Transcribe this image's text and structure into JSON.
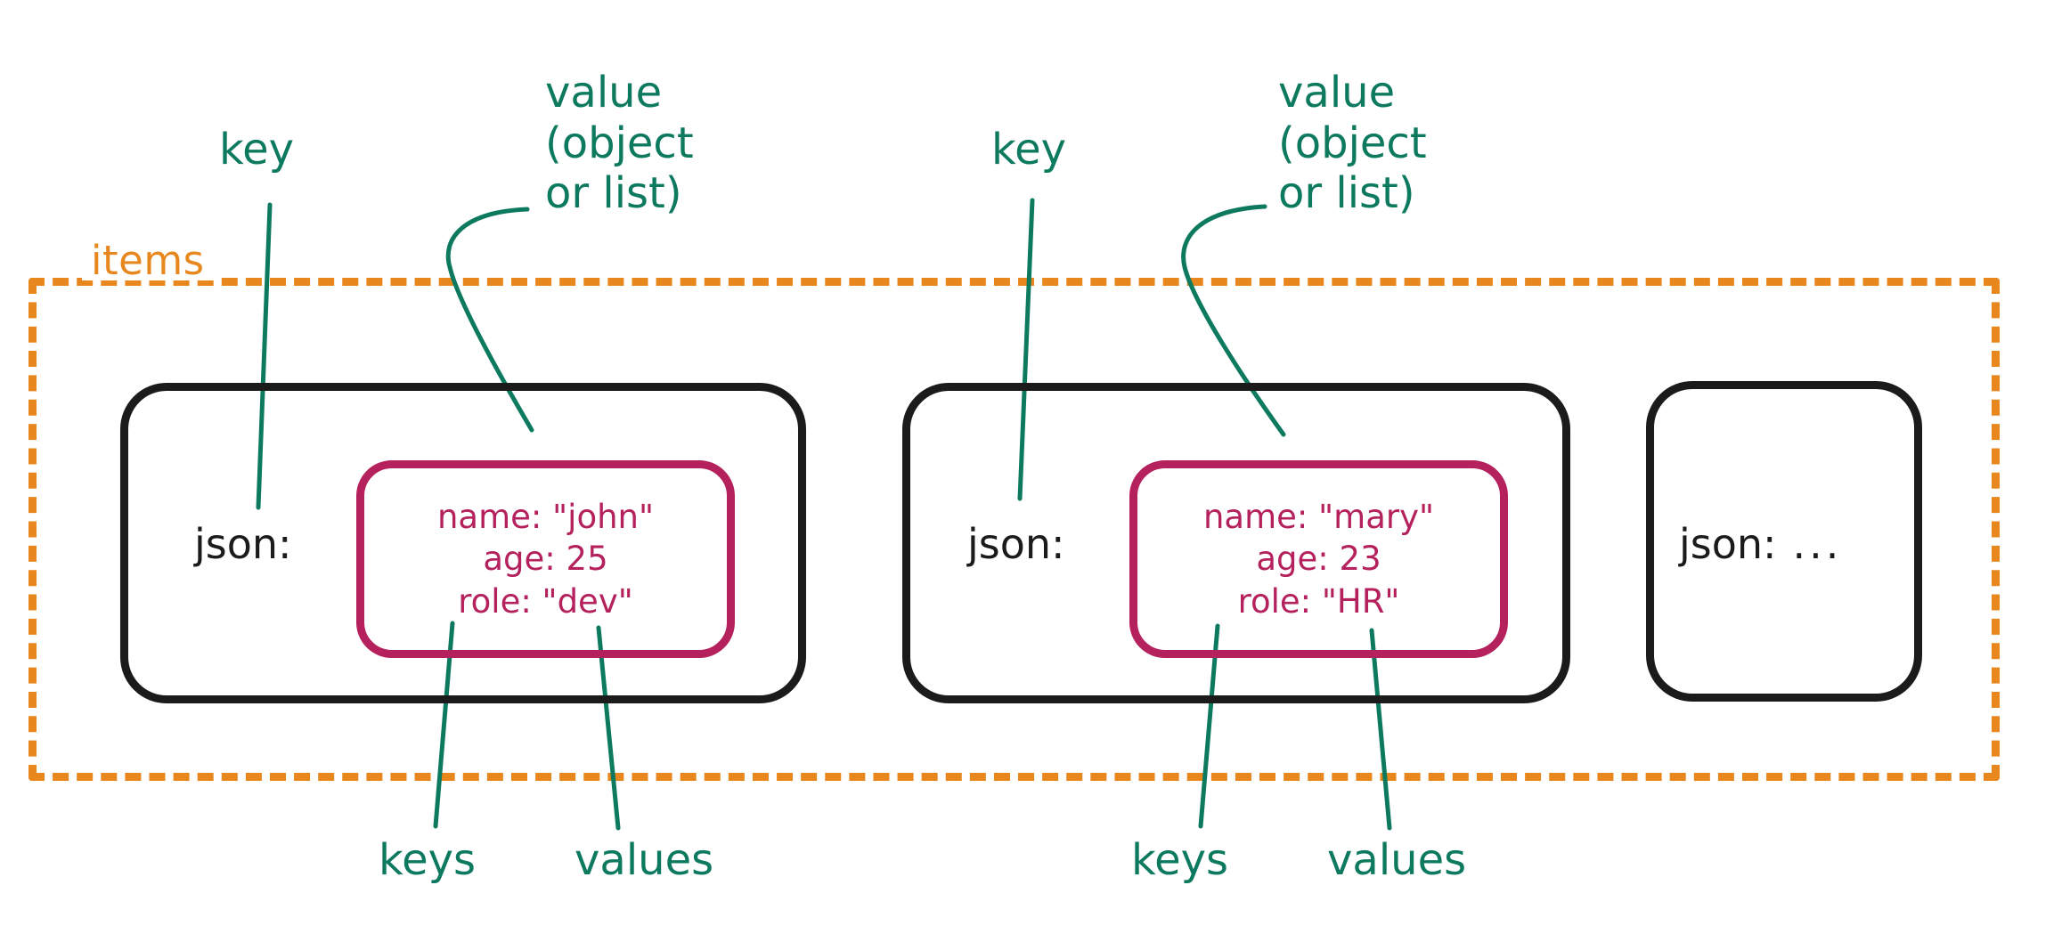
{
  "diagram": {
    "title_label": "items",
    "container": {
      "label": "items",
      "border_color": "#e8871e",
      "style": "dashed"
    },
    "colors": {
      "container_orange": "#e8871e",
      "annotation_green": "#0d7a5f",
      "value_magenta": "#b5215c",
      "card_black": "#1b1b1b",
      "background": "#ffffff"
    },
    "items": [
      {
        "key_label": "json:",
        "value_rows": [
          "name: \"john\"",
          "age: 25",
          "role: \"dev\""
        ],
        "annotations": {
          "key": "key",
          "value_line1": "value",
          "value_line2": "(object",
          "value_line3": "or list)",
          "keys": "keys",
          "values": "values"
        }
      },
      {
        "key_label": "json:",
        "value_rows": [
          "name: \"mary\"",
          "age: 23",
          "role: \"HR\""
        ],
        "annotations": {
          "key": "key",
          "value_line1": "value",
          "value_line2": "(object",
          "value_line3": "or list)",
          "keys": "keys",
          "values": "values"
        }
      },
      {
        "key_label": "json:",
        "ellipsis": "...",
        "value_rows": [],
        "annotations": {}
      }
    ]
  }
}
